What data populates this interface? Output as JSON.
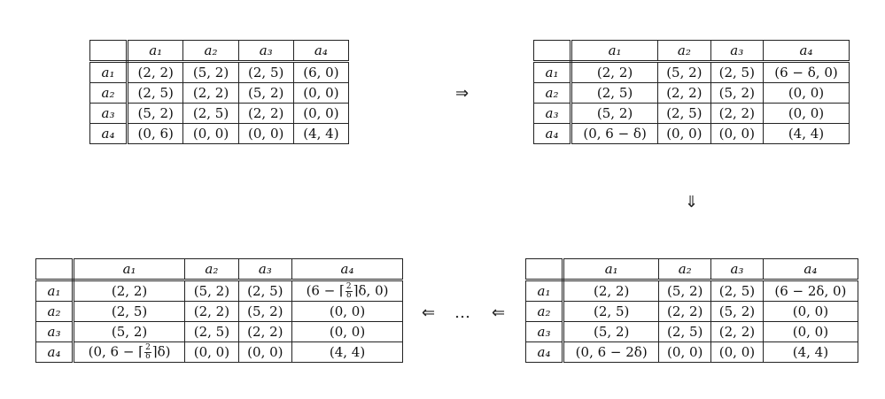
{
  "tables": [
    {
      "id": "t1",
      "cols": [
        "a1",
        "a2",
        "a3",
        "a4"
      ],
      "rows": [
        {
          "label": "a1",
          "cells": [
            "(2, 2)",
            "(5, 2)",
            "(2, 5)",
            "(6, 0)"
          ]
        },
        {
          "label": "a2",
          "cells": [
            "(2, 5)",
            "(2, 2)",
            "(5, 2)",
            "(0, 0)"
          ]
        },
        {
          "label": "a3",
          "cells": [
            "(5, 2)",
            "(2, 5)",
            "(2, 2)",
            "(0, 0)"
          ]
        },
        {
          "label": "a4",
          "cells": [
            "(0, 6)",
            "(0, 0)",
            "(0, 0)",
            "(4, 4)"
          ]
        }
      ]
    },
    {
      "id": "t2",
      "cols": [
        "a1",
        "a2",
        "a3",
        "a4"
      ],
      "rows": [
        {
          "label": "a1",
          "cells": [
            "(2, 2)",
            "(5, 2)",
            "(2, 5)",
            "(6 − δ, 0)"
          ]
        },
        {
          "label": "a2",
          "cells": [
            "(2, 5)",
            "(2, 2)",
            "(5, 2)",
            "(0, 0)"
          ]
        },
        {
          "label": "a3",
          "cells": [
            "(5, 2)",
            "(2, 5)",
            "(2, 2)",
            "(0, 0)"
          ]
        },
        {
          "label": "a4",
          "cells": [
            "(0, 6 − δ)",
            "(0, 0)",
            "(0, 0)",
            "(4, 4)"
          ]
        }
      ]
    },
    {
      "id": "t3",
      "cols": [
        "a1",
        "a2",
        "a3",
        "a4"
      ],
      "rows": [
        {
          "label": "a1",
          "cells": [
            "(2, 2)",
            "(5, 2)",
            "(2, 5)",
            "(6 − 2δ, 0)"
          ]
        },
        {
          "label": "a2",
          "cells": [
            "(2, 5)",
            "(2, 2)",
            "(5, 2)",
            "(0, 0)"
          ]
        },
        {
          "label": "a3",
          "cells": [
            "(5, 2)",
            "(2, 5)",
            "(2, 2)",
            "(0, 0)"
          ]
        },
        {
          "label": "a4",
          "cells": [
            "(0, 6 − 2δ)",
            "(0, 0)",
            "(0, 0)",
            "(4, 4)"
          ]
        }
      ]
    },
    {
      "id": "t4",
      "cols": [
        "a1",
        "a2",
        "a3",
        "a4"
      ],
      "rows": [
        {
          "label": "a1",
          "cells": [
            "(2, 2)",
            "(5, 2)",
            "(2, 5)",
            "(6 − ⌈2/δ⌉δ, 0)"
          ]
        },
        {
          "label": "a2",
          "cells": [
            "(2, 5)",
            "(2, 2)",
            "(5, 2)",
            "(0, 0)"
          ]
        },
        {
          "label": "a3",
          "cells": [
            "(5, 2)",
            "(2, 5)",
            "(2, 2)",
            "(0, 0)"
          ]
        },
        {
          "label": "a4",
          "cells": [
            "(0, 6 − ⌈2/δ⌉δ)",
            "(0, 0)",
            "(0, 0)",
            "(4, 4)"
          ]
        }
      ]
    }
  ],
  "arrows": {
    "right": "⇒",
    "down": "⇓",
    "left1": "⇐",
    "dots": "…",
    "left2": "⇐"
  }
}
